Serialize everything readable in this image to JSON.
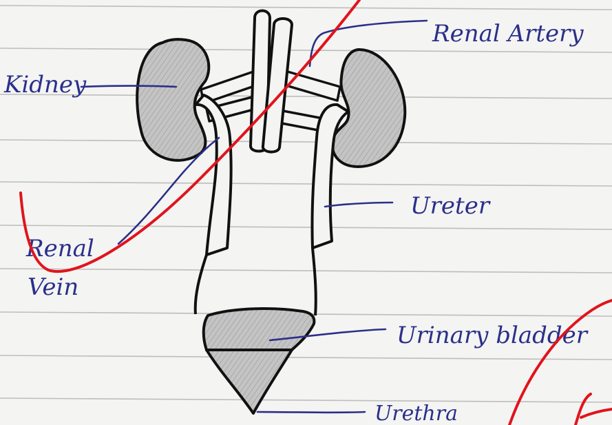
{
  "diagram": {
    "labels": {
      "kidney": "Kidney",
      "renal_artery": "Renal Artery",
      "renal_vein_line1": "Renal",
      "renal_vein_line2": "Vein",
      "ureter": "Ureter",
      "urinary_bladder": "Urinary bladder",
      "urethra": "Urethra"
    },
    "colors": {
      "paper": "#f4f4f2",
      "ruled_line": "#bdbdbd",
      "ink_outline": "#111111",
      "label_ink": "#2b2f8a",
      "correction_mark": "#e0141c",
      "organ_shading": "#bcbcbc"
    }
  }
}
